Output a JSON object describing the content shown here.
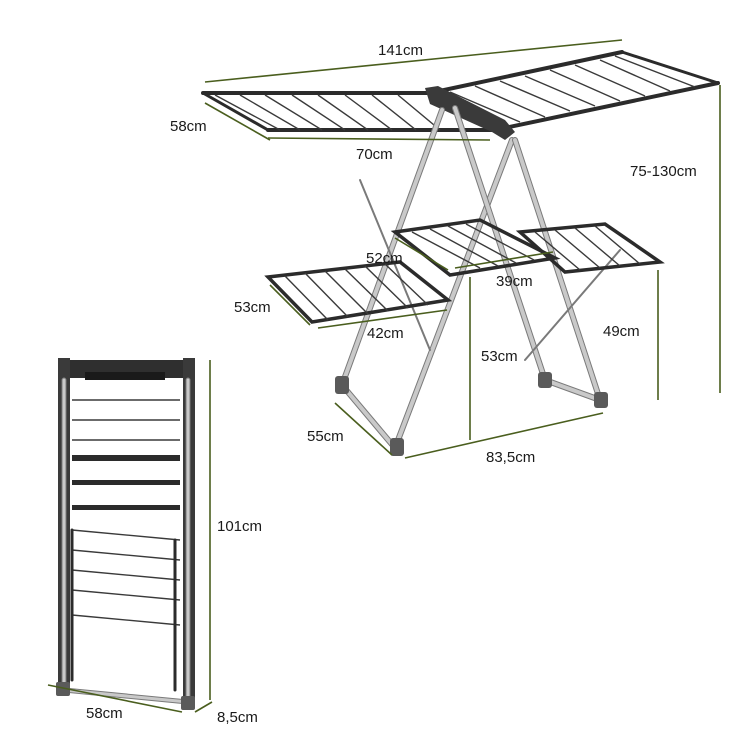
{
  "product": {
    "type": "foldable gullwing clothes drying rack",
    "colors": {
      "frame_dark": "#2b2b2b",
      "frame_silver": "#c9c9c9",
      "dimension_line": "#4a5e1e",
      "label": "#1a1a1a"
    }
  },
  "dimensions": {
    "top_width": "141cm",
    "top_depth": "58cm",
    "top_inner": "70cm",
    "height_range": "75-130cm",
    "lower_center": "52cm",
    "lower_inner_right": "39cm",
    "lower_depth": "53cm",
    "lower_wing_length": "42cm",
    "lower_height": "49cm",
    "leg_span_height": "53cm",
    "base_depth": "55cm",
    "base_width": "83,5cm",
    "folded_height": "101cm",
    "folded_width": "58cm",
    "folded_thickness": "8,5cm"
  }
}
